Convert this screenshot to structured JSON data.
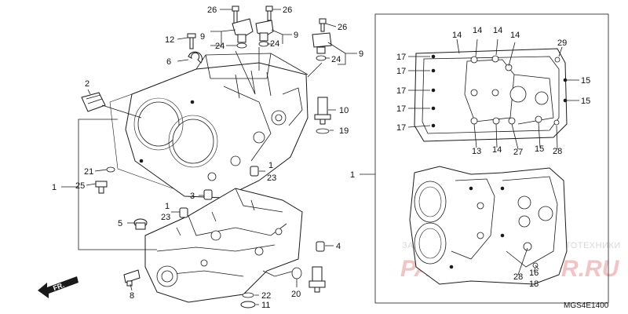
{
  "diagram": {
    "code": "MGS4E1400",
    "front_label": "FR.",
    "watermark": {
      "line1": "ЗАПЧАСТИ И АКСЕССУАРЫ ДЛЯ МОТОТЕХНИКИ",
      "line2": "PARTS4MOTOR.RU"
    },
    "callouts": {
      "c26a": "26",
      "c26b": "26",
      "c26c": "26",
      "c12": "12",
      "c9a": "9",
      "c9b": "9",
      "c9c": "9",
      "c24a": "24",
      "c24b": "24",
      "c24c": "24",
      "c6": "6",
      "c2": "2",
      "c10": "10",
      "c19": "19",
      "c1a": "1",
      "c1b": "1",
      "c1c": "1",
      "c1d": "1",
      "c23a": "23",
      "c23b": "23",
      "c21": "21",
      "c25": "25",
      "c3": "3",
      "c5": "5",
      "c4": "4",
      "c8": "8",
      "c22": "22",
      "c11": "11",
      "c20": "20",
      "r14a": "14",
      "r14b": "14",
      "r14c": "14",
      "r29": "29",
      "r17a": "17",
      "r17b": "17",
      "r17c": "17",
      "r17d": "17",
      "r17e": "17",
      "r15a": "15",
      "r15b": "15",
      "r13": "13",
      "r14d": "14",
      "r27": "27",
      "r15c": "15",
      "r28a": "28",
      "r28b": "28",
      "r16": "16",
      "r18": "18"
    }
  }
}
